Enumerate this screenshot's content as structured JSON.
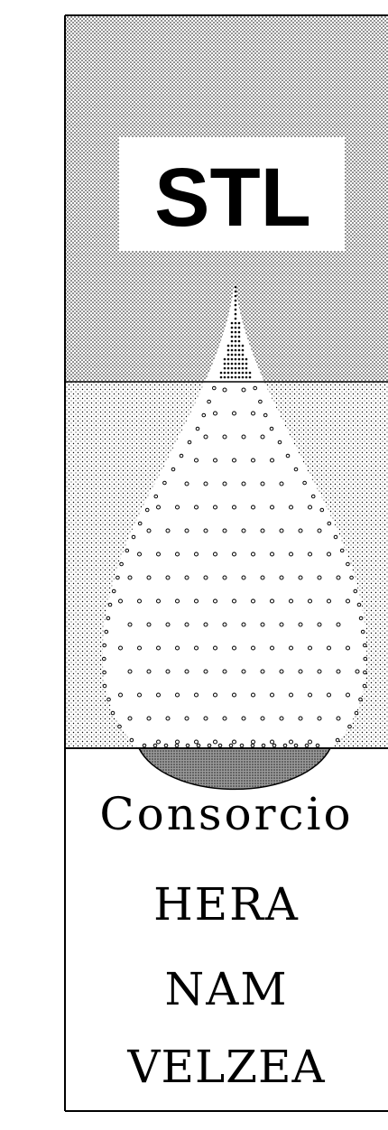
{
  "logo": {
    "text": "STL",
    "icon": "water-drop-icon"
  },
  "caption": {
    "line1": "Consorcio",
    "line2": "HERA",
    "line3": "NAM",
    "line4": "VELZEA"
  },
  "colors": {
    "ink": "#000000",
    "background": "#ffffff",
    "stipple_dense": "#000000",
    "stipple_light": "#000000",
    "basin": "#7a7a7a"
  }
}
